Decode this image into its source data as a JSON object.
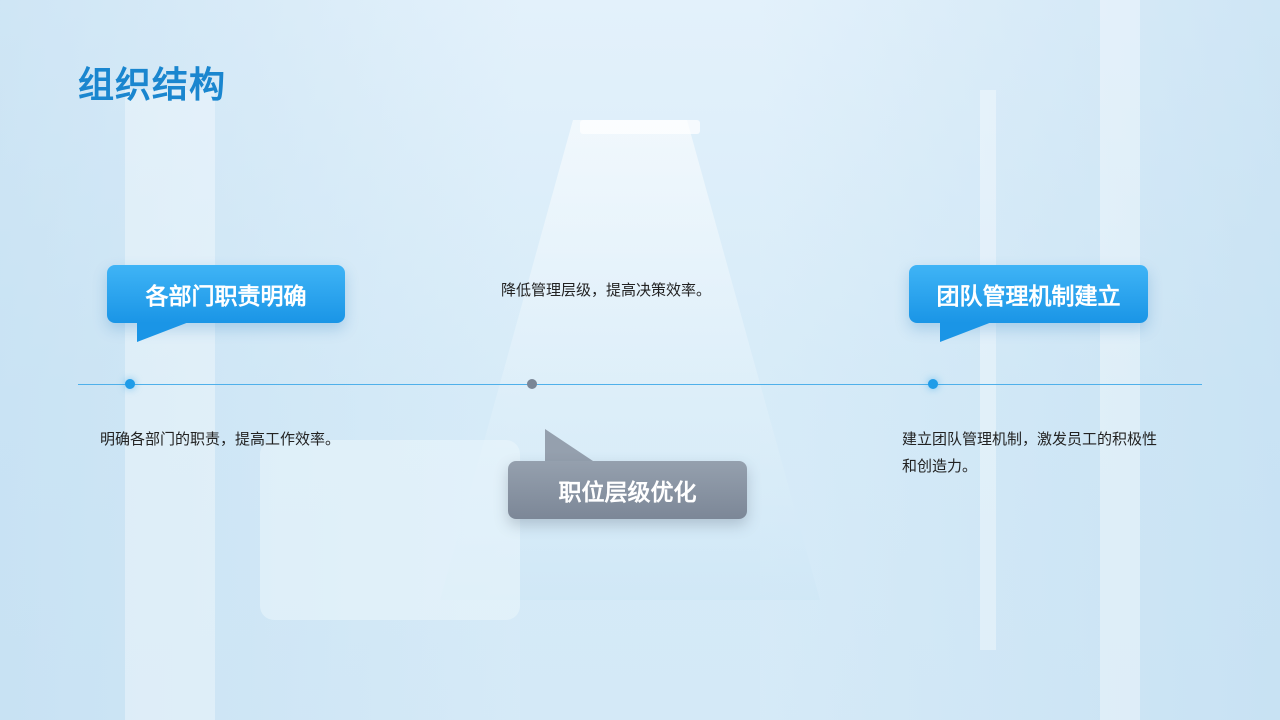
{
  "page": {
    "title": "组织结构"
  },
  "items": [
    {
      "heading": "各部门职责明确",
      "description": "明确各部门的职责，提高工作效率。"
    },
    {
      "heading": "职位层级优化",
      "description": "降低管理层级，提高决策效率。"
    },
    {
      "heading": "团队管理机制建立",
      "description": "建立团队管理机制，激发员工的积极性和创造力。"
    }
  ],
  "colors": {
    "accent": "#1a86cf",
    "bubble_blue": "#1a95e6",
    "bubble_gray": "#7c8797",
    "timeline": "#4fb0ea"
  }
}
